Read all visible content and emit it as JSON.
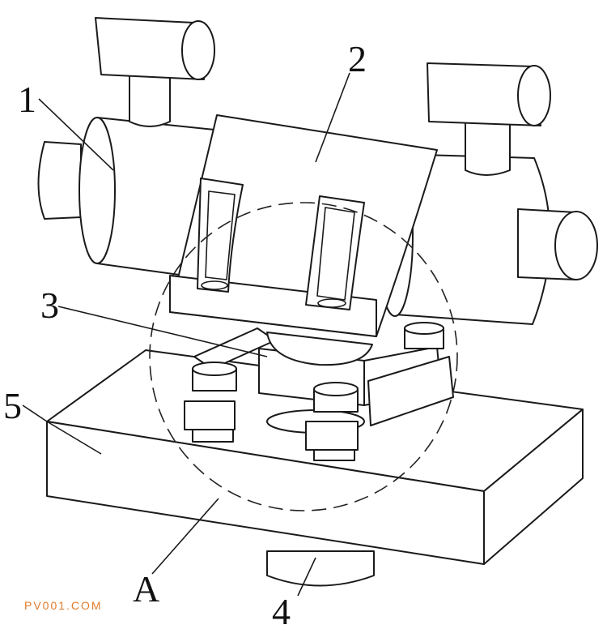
{
  "labels": {
    "l1": "1",
    "l2": "2",
    "l3": "3",
    "l4": "4",
    "l5": "5",
    "lA": "A"
  },
  "watermark": "PV001.COM"
}
